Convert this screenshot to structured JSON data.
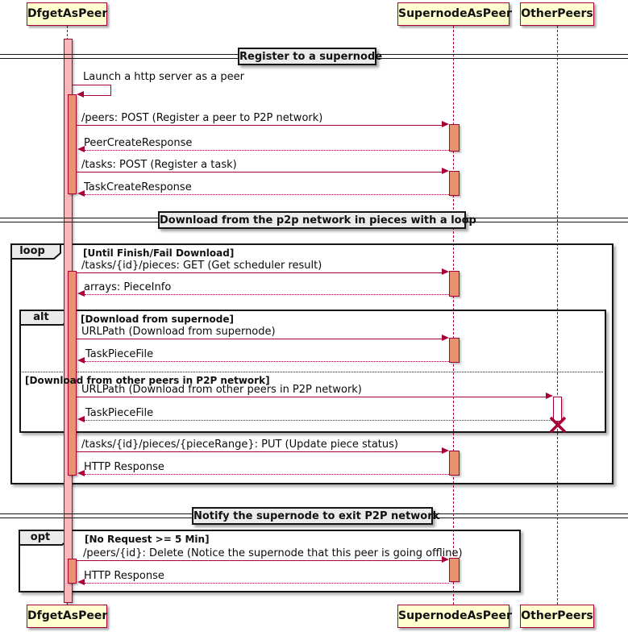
{
  "participants": [
    {
      "name": "DfgetAsPeer"
    },
    {
      "name": "SupernodeAsPeer"
    },
    {
      "name": "OtherPeers"
    }
  ],
  "dividers": [
    {
      "label": "Register to a supernode"
    },
    {
      "label": "Download from the p2p network in pieces with a loop"
    },
    {
      "label": "Notify the supernode to exit P2P network"
    }
  ],
  "frames": {
    "loop": {
      "label": "loop",
      "condition": "[Until Finish/Fail Download]"
    },
    "alt": {
      "label": "alt",
      "condition_1": "[Download from supernode]",
      "condition_2": "[Download from other peers in P2P network]"
    },
    "opt": {
      "label": "opt",
      "condition": "[No Request >= 5 Min]"
    }
  },
  "messages": [
    {
      "label": "Launch a http server as a peer",
      "type": "self",
      "from": "DfgetAsPeer",
      "to": "DfgetAsPeer"
    },
    {
      "label": "/peers: POST (Register a peer to P2P network)",
      "type": "solid",
      "from": "DfgetAsPeer",
      "to": "SupernodeAsPeer"
    },
    {
      "label": "PeerCreateResponse",
      "type": "dotted",
      "from": "SupernodeAsPeer",
      "to": "DfgetAsPeer"
    },
    {
      "label": "/tasks: POST (Register a task)",
      "type": "solid",
      "from": "DfgetAsPeer",
      "to": "SupernodeAsPeer"
    },
    {
      "label": "TaskCreateResponse",
      "type": "dotted",
      "from": "SupernodeAsPeer",
      "to": "DfgetAsPeer"
    },
    {
      "label": "/tasks/{id}/pieces: GET (Get scheduler result)",
      "type": "solid",
      "from": "DfgetAsPeer",
      "to": "SupernodeAsPeer"
    },
    {
      "label": "arrays: PieceInfo",
      "type": "dotted",
      "from": "SupernodeAsPeer",
      "to": "DfgetAsPeer"
    },
    {
      "label": "URLPath (Download from supernode)",
      "type": "solid",
      "from": "DfgetAsPeer",
      "to": "SupernodeAsPeer"
    },
    {
      "label": "TaskPieceFile",
      "type": "dotted",
      "from": "SupernodeAsPeer",
      "to": "DfgetAsPeer"
    },
    {
      "label": "URLPath (Download from other peers in P2P network)",
      "type": "solid",
      "from": "DfgetAsPeer",
      "to": "OtherPeers"
    },
    {
      "label": "TaskPieceFile",
      "type": "dotted",
      "from": "OtherPeers",
      "to": "DfgetAsPeer"
    },
    {
      "label": "/tasks/{id}/pieces/{pieceRange}: PUT (Update piece status)",
      "type": "solid",
      "from": "DfgetAsPeer",
      "to": "SupernodeAsPeer"
    },
    {
      "label": "HTTP Response",
      "type": "dotted",
      "from": "SupernodeAsPeer",
      "to": "DfgetAsPeer"
    },
    {
      "label": "/peers/{id}: Delete (Notice the supernode that this peer is going offline)",
      "type": "solid",
      "from": "DfgetAsPeer",
      "to": "SupernodeAsPeer"
    },
    {
      "label": "HTTP Response",
      "type": "dotted",
      "from": "SupernodeAsPeer",
      "to": "DfgetAsPeer"
    }
  ],
  "colors": {
    "arrow": "#A80036",
    "participant_fill": "#FEFECE",
    "participant_border": "#A80036",
    "activation_outer": "#FBB7BC",
    "activation_inner": "#E8926F",
    "frame_header_fill": "#EBEBEB",
    "divider_fill": "#EBEBEB",
    "frame_border": "#161616",
    "background": "#FFFFFF"
  }
}
